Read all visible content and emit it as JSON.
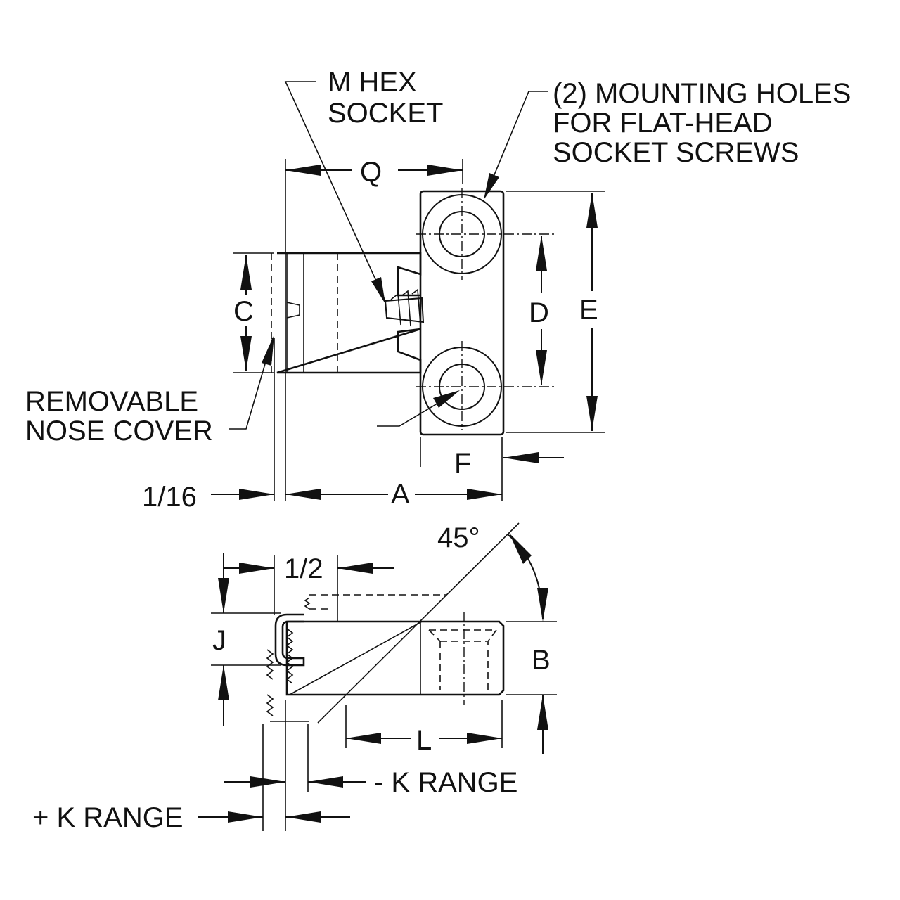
{
  "labels": {
    "m_hex_socket_line1": "M HEX",
    "m_hex_socket_line2": "SOCKET",
    "mounting_holes_line1": "(2) MOUNTING HOLES",
    "mounting_holes_line2": "FOR FLAT-HEAD",
    "mounting_holes_line3": "SOCKET SCREWS",
    "removable_line1": "REMOVABLE",
    "removable_line2": "NOSE COVER",
    "dim_q": "Q",
    "dim_c": "C",
    "dim_d": "D",
    "dim_e": "E",
    "dim_f": "F",
    "dim_a": "A",
    "dim_1_16": "1/16",
    "dim_45": "45°",
    "dim_1_2": "1/2",
    "dim_j": "J",
    "dim_b": "B",
    "dim_l": "L",
    "minus_k_range": "- K RANGE",
    "plus_k_range": "+ K RANGE"
  },
  "colors": {
    "ink": "#111111",
    "background": "#ffffff"
  }
}
